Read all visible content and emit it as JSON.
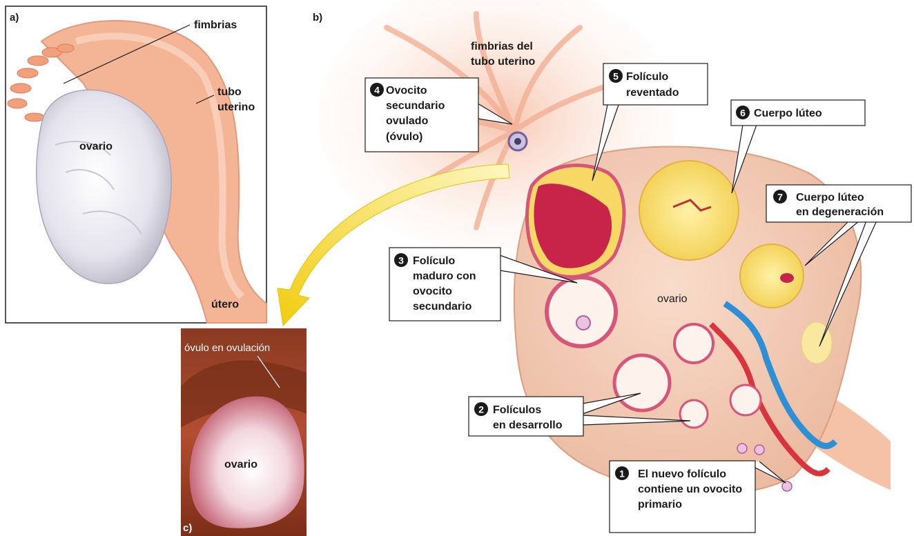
{
  "panels": {
    "a": {
      "letter": "a)",
      "labels": {
        "fimbrias": "fimbrias",
        "tubo_1": "tubo",
        "tubo_2": "uterino",
        "ovario": "ovario",
        "utero": "útero"
      }
    },
    "b": {
      "letter": "b)",
      "fimbrias_1": "fimbrias del",
      "fimbrias_2": "tubo uterino",
      "ovario": "ovario",
      "callouts": [
        {
          "num": "1",
          "lines": [
            "El nuevo folículo",
            "contiene un ovocito",
            "primario"
          ]
        },
        {
          "num": "2",
          "lines": [
            "Folículos",
            "en desarrollo"
          ]
        },
        {
          "num": "3",
          "lines": [
            "Folículo",
            "maduro con",
            "ovocito",
            "secundario"
          ]
        },
        {
          "num": "4",
          "lines": [
            "Ovocito",
            "secundario",
            "ovulado",
            "(óvulo)"
          ]
        },
        {
          "num": "5",
          "lines": [
            "Folículo",
            "reventado"
          ]
        },
        {
          "num": "6",
          "lines": [
            "Cuerpo lúteo"
          ]
        },
        {
          "num": "7",
          "lines": [
            "Cuerpo lúteo",
            "en degeneración"
          ]
        }
      ]
    },
    "c": {
      "letter": "c)",
      "caption": "óvulo en ovulación",
      "ovario": "ovario"
    }
  },
  "colors": {
    "ovary_tissue": "#f2cbb4",
    "tube": "#f0a888",
    "corpus_luteum": "#f7d864",
    "follicle": "#d8557a",
    "vein": "#2f8fd4",
    "artery": "#d8343c",
    "arrow": "#f2d21a"
  }
}
